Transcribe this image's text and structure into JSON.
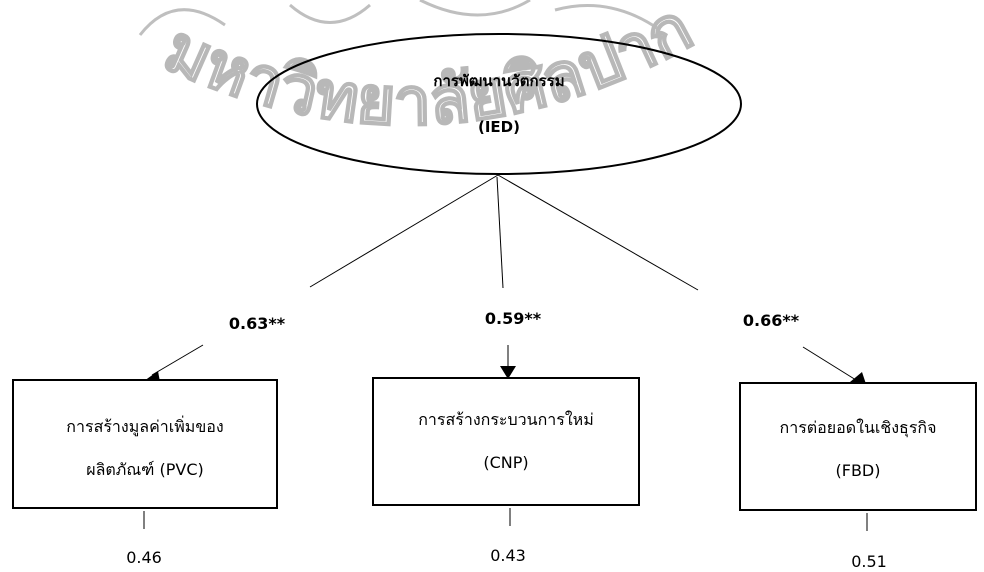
{
  "watermark": {
    "text": "มหาวิทยาลัยศิลปากร",
    "color": "#bfbfbf"
  },
  "latent": {
    "name": "การพัฒนานวัตกรรม",
    "code": "(IED)"
  },
  "observed": [
    {
      "line1": "การสร้างมูลค่าเพิ่มของ",
      "line2": "ผลิตภัณฑ์ (PVC)",
      "loading": "0.63**",
      "error": "0.46"
    },
    {
      "line1": "การสร้างกระบวนการใหม่",
      "line2": "(CNP)",
      "loading": "0.59**",
      "error": "0.43"
    },
    {
      "line1": "การต่อยอดในเชิงธุรกิจ",
      "line2": "(FBD)",
      "loading": "0.66**",
      "error": "0.51"
    }
  ],
  "colors": {
    "stroke": "#000000",
    "background": "#ffffff"
  }
}
